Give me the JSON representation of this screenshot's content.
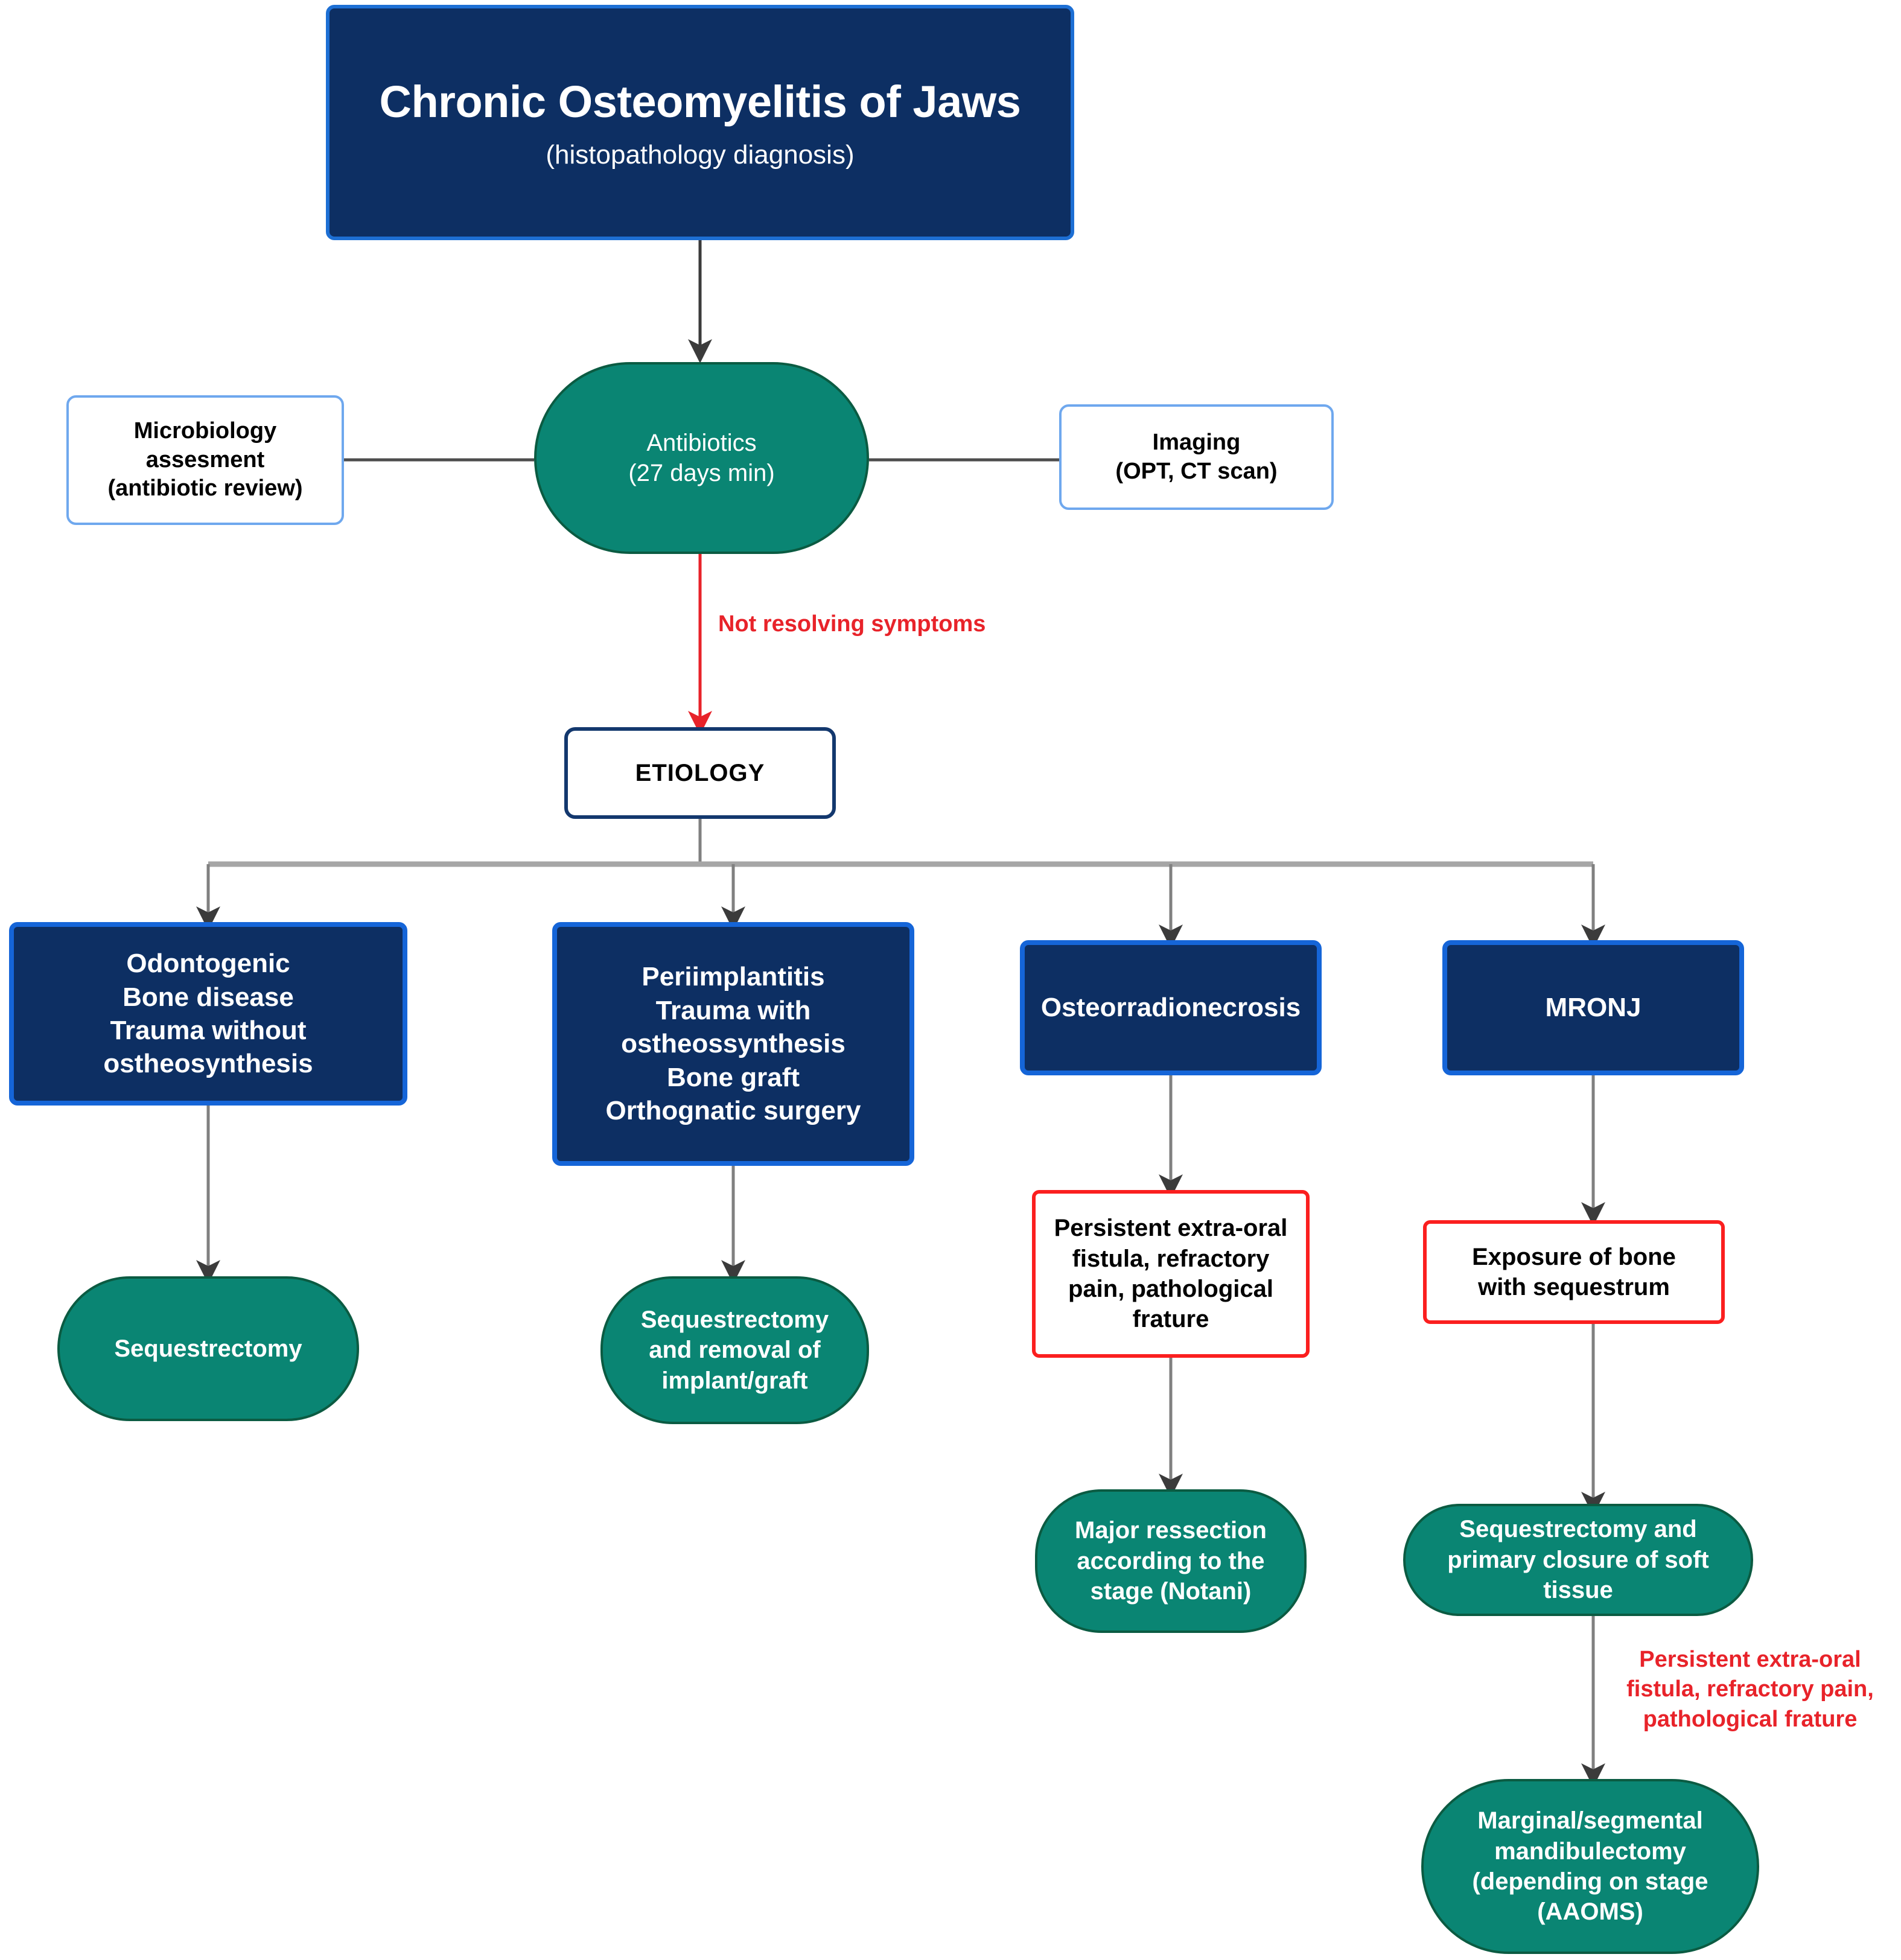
{
  "diagram": {
    "title_node": {
      "main": "Chronic Osteomyelitis of Jaws",
      "sub": "(histopathology diagnosis)"
    },
    "antibiotics_node": "Antibiotics\n(27 days min)",
    "microbiology_node": "Microbiology\nassesment\n(antibiotic review)",
    "imaging_node": "Imaging\n(OPT, CT scan)",
    "etiology_node": "ETIOLOGY",
    "branches": [
      {
        "cause": "Odontogenic\nBone disease\nTrauma without\nostheosynthesis",
        "treatment": "Sequestrectomy"
      },
      {
        "cause": "Periimplantitis\nTrauma with\nostheossynthesis\nBone graft\nOrthognatic surgery",
        "treatment": "Sequestrectomy\nand removal of\nimplant/graft"
      },
      {
        "cause": "Osteorradionecrosis",
        "criteria": "Persistent extra-oral\nfistula,  refractory\npain, pathological\nfrature",
        "treatment": "Major ressection\naccording to the\nstage (Notani)"
      },
      {
        "cause": "MRONJ",
        "criteria": "Exposure of bone\nwith sequestrum",
        "treatment": "Sequestrectomy  and\nprimary closure of soft\ntissue",
        "escalation_label": "Persistent extra-oral\nfistula, refractory pain,\npathological frature",
        "escalation_treatment": "Marginal/segmental\nmandibulectomy\n(depending on stage\n(AAOMS)"
      }
    ],
    "edge_labels": {
      "not_resolving": "Not resolving symptoms"
    },
    "colors": {
      "navy_fill": "#0d2f63",
      "navy_border": "#1565d8",
      "green_fill": "#0a8573",
      "green_border": "#0b5b42",
      "light_border": "#6fa8ee",
      "red_border": "#fb1f1f",
      "red_text": "#e8232a",
      "connector_grey": "#808080"
    }
  }
}
